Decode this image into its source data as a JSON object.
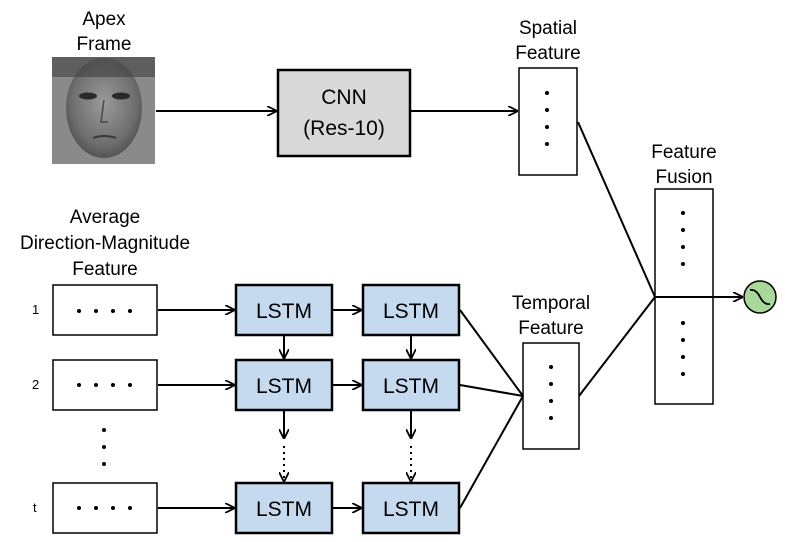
{
  "inputs": {
    "apex_frame": "Apex\nFrame",
    "average_feature": "Average\nDirection-Magnitude\nFeature",
    "row_indices": [
      "1",
      "2",
      "t"
    ]
  },
  "cnn": {
    "name": "CNN",
    "variant": "(Res-10)"
  },
  "lstm_label": "LSTM",
  "features": {
    "spatial": "Spatial\nFeature",
    "temporal": "Temporal\nFeature",
    "fusion": "Feature\nFusion"
  },
  "colors": {
    "lstm_fill": "#c5d9ef",
    "cnn_fill": "#d9d9d9",
    "classifier_fill": "#a9d89a",
    "stroke": "#000000"
  },
  "icons": {
    "classifier": "sigmoid-node-icon",
    "face": "grayscale-face-photo"
  }
}
